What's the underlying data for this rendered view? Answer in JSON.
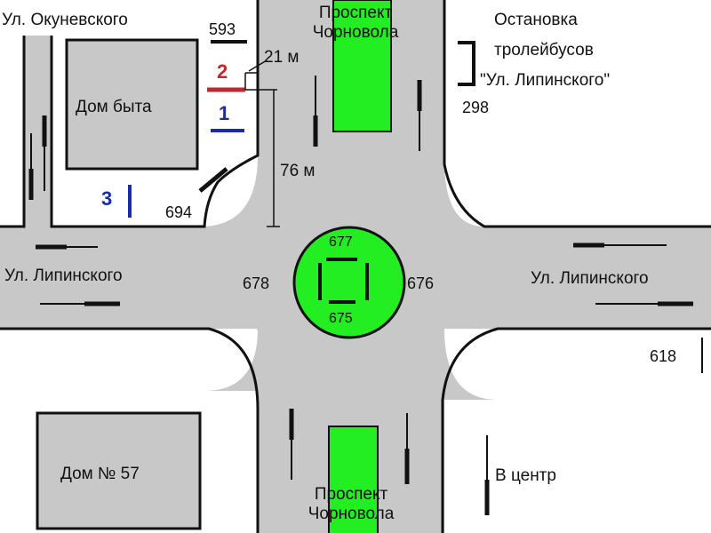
{
  "streets": {
    "okunevskogo": "Ул. Окуневского",
    "lipinskogo_left": "Ул. Липинского",
    "lipinskogo_right": "Ул. Липинского",
    "prospekt_top_line1": "Проспект",
    "prospekt_top_line2": "Чорновола",
    "prospekt_bottom_line1": "Проспект",
    "prospekt_bottom_line2": "Чорновола"
  },
  "buildings": {
    "dom_byta": "Дом быта",
    "dom_57": "Дом № 57"
  },
  "stop": {
    "line1": "Остановка",
    "line2": "тролейбусов",
    "line3": "\"Ул. Липинского\""
  },
  "distances": {
    "short": "21 м",
    "long": "76 м"
  },
  "markers": {
    "m1": "1",
    "m2": "2",
    "m3": "3"
  },
  "ids": {
    "n593": "593",
    "n694": "694",
    "n298": "298",
    "n677": "677",
    "n678": "678",
    "n676": "676",
    "n675": "675",
    "n618": "618"
  },
  "direction": "В центр",
  "colors": {
    "road": "#c8c8c8",
    "green": "#22ee22",
    "marker1": "#1a2aa8",
    "marker2": "#c0282c",
    "marker3": "#1a2aa8"
  }
}
